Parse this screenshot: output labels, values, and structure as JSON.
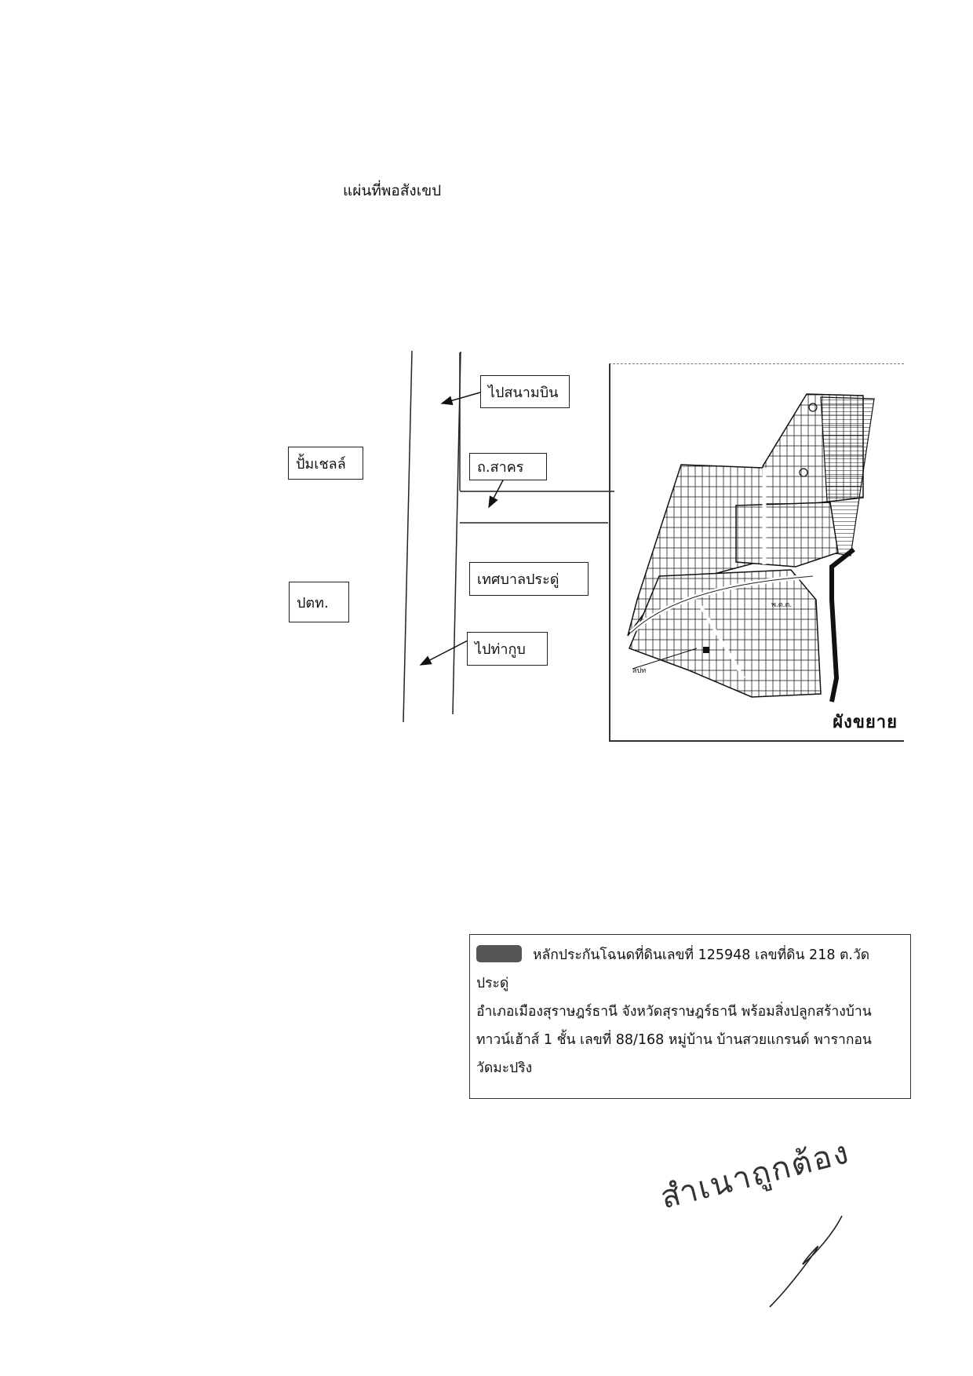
{
  "document": {
    "title": "แผ่นที่พอสังเขป"
  },
  "sketch_map": {
    "labels": {
      "airport": "ไปสนามบิน",
      "pump_shell": "ปั้มเชลล์",
      "sakorn_road": "ถ.สาคร",
      "municipality": "เทศบาลประดู่",
      "ptt": "ปตท.",
      "tha_kup": "ไปท่ากูบ"
    },
    "inset": {
      "caption": "ผังขยาย",
      "code_a": "พ.ต.ต.",
      "code_b": "สปท"
    }
  },
  "collateral": {
    "lines": [
      "หลักประกันโฉนดที่ดินเลขที่ 125948 เลขที่ดิน 218 ต.วัดประดู่",
      "อำเภอเมืองสุราษฎร์ธานี จังหวัดสุราษฎร์ธานี พร้อมสิ่งปลูกสร้างบ้าน",
      "ทาวน์เฮ้าส์ 1 ชั้น เลขที่ 88/168  หมู่บ้าน บ้านสวยแกรนด์ พารากอน",
      "วัดมะปริง"
    ]
  },
  "stamp": {
    "text": "สำเนาถูกต้อง"
  }
}
